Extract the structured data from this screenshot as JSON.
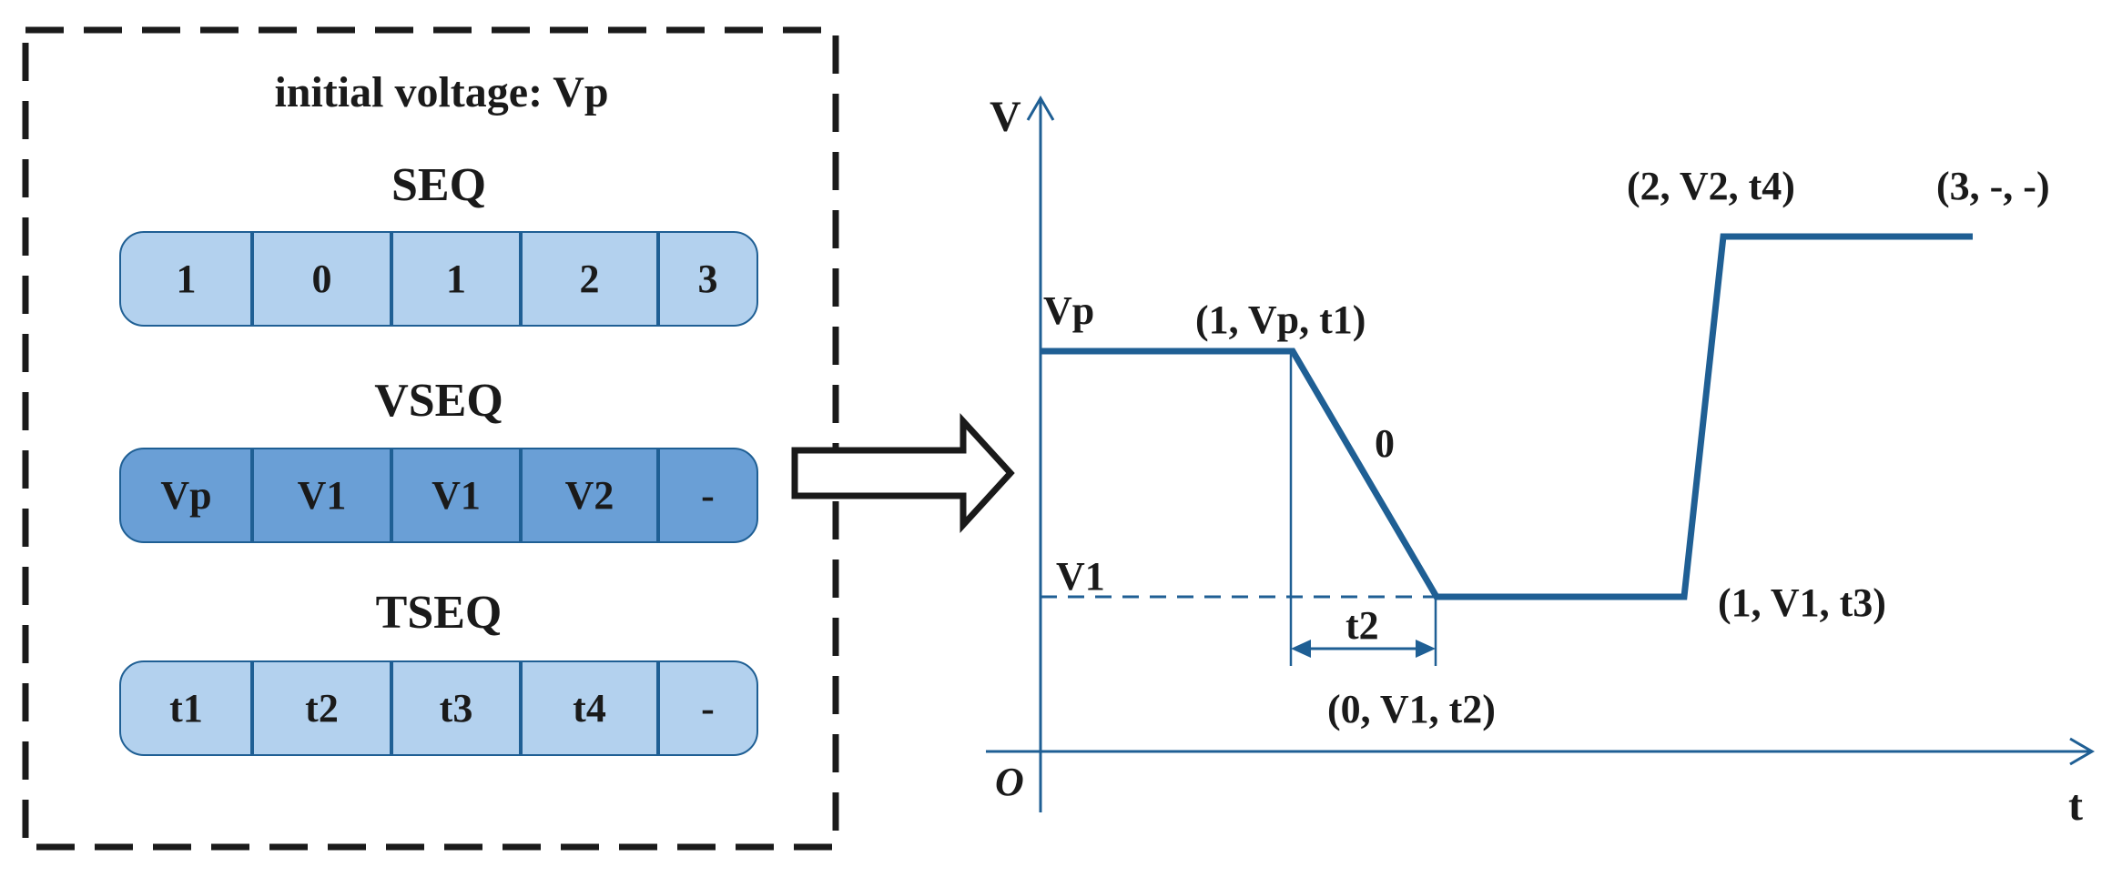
{
  "panel": {
    "title": "initial voltage: Vp",
    "sequences": [
      {
        "name": "SEQ",
        "fill": "#b3d1ee",
        "cells": [
          "1",
          "0",
          "1",
          "2",
          "3"
        ]
      },
      {
        "name": "VSEQ",
        "fill": "#6a9fd6",
        "cells": [
          "Vp",
          "V1",
          "V1",
          "V2",
          "-"
        ]
      },
      {
        "name": "TSEQ",
        "fill": "#b3d1ee",
        "cells": [
          "t1",
          "t2",
          "t3",
          "t4",
          "-"
        ]
      }
    ]
  },
  "graph": {
    "y_axis_label": "V",
    "x_axis_label": "t",
    "origin_label": "O",
    "level_vp": "Vp",
    "level_v1": "V1",
    "point_1": "(1, Vp, t1)",
    "slope_label": "0",
    "point_2": "(0, V1, t2)",
    "interval_label": "t2",
    "point_3": "(1, V1, t3)",
    "point_4": "(2, V2, t4)",
    "point_5": "(3, -, -)"
  },
  "colors": {
    "waveform": "#1f5f94",
    "cell_divider": "#1f5f94",
    "border": "#1a1a1a"
  }
}
